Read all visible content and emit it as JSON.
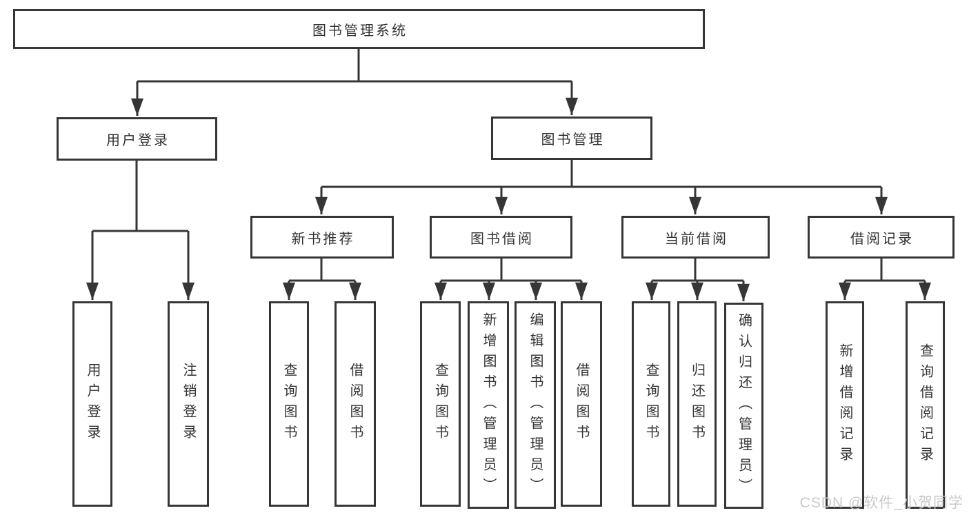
{
  "diagram_type": "hierarchy-chart",
  "root": {
    "label": "图书管理系统"
  },
  "branches": {
    "user_login": {
      "label": "用户登录",
      "leaves": [
        "用户登录",
        "注销登录"
      ]
    },
    "book_mgmt": {
      "label": "图书管理",
      "groups": [
        {
          "label": "新书推荐",
          "leaves": [
            "查询图书",
            "借阅图书"
          ]
        },
        {
          "label": "图书借阅",
          "leaves": [
            "查询图书",
            "新增图书（管理员）",
            "编辑图书（管理员）",
            "借阅图书"
          ]
        },
        {
          "label": "当前借阅",
          "leaves": [
            "查询图书",
            "归还图书",
            "确认归还（管理员）"
          ]
        },
        {
          "label": "借阅记录",
          "leaves": [
            "新增借阅记录",
            "查询借阅记录"
          ]
        }
      ]
    }
  },
  "watermark": "CSDN @软件_小贺同学",
  "colors": {
    "line": "#363636",
    "text": "#333333",
    "watermark": "#c9c9c9",
    "background": "#ffffff"
  }
}
